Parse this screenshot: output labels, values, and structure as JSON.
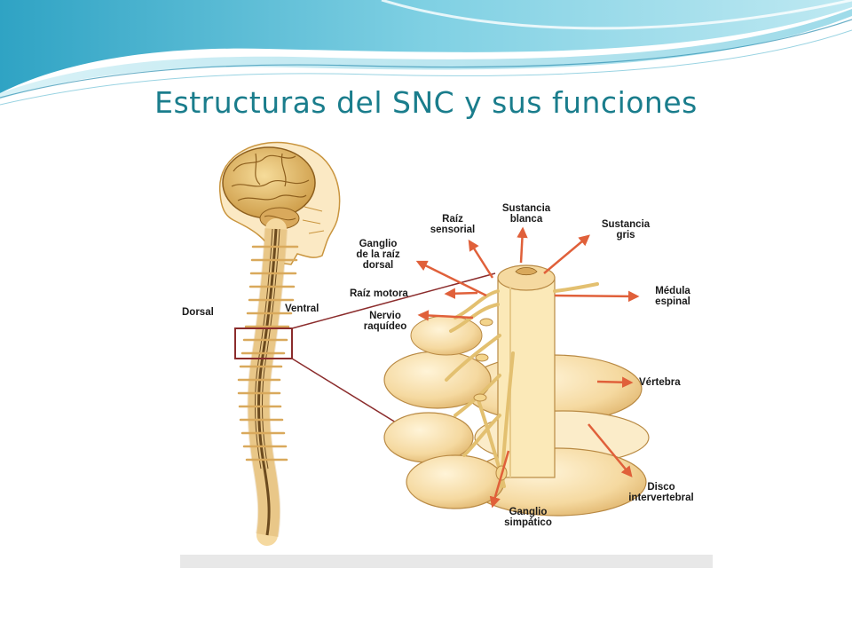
{
  "slide": {
    "title": "Estructuras del SNC y sus funciones"
  },
  "colors": {
    "title": "#1a7d8c",
    "accent_teal": "#4fb3c8",
    "arrow": "#e0603a",
    "bone": "#f5d9a0",
    "bone_shadow": "#d9a95c",
    "brain": "#e9c67a",
    "box": "#8b2c2c"
  },
  "labels": {
    "dorsal": "Dorsal",
    "ventral": "Ventral",
    "raiz_sensorial": "Raíz\nsensorial",
    "sustancia_blanca": "Sustancia\nblanca",
    "sustancia_gris": "Sustancia\ngris",
    "ganglio_raiz_dorsal": "Ganglio\nde la raíz\ndorsal",
    "raiz_motora": "Raíz motora",
    "nervio_raquideo": "Nervio\nraquídeo",
    "medula_espinal": "Médula\nespinal",
    "vertebra": "Vértebra",
    "disco_intervertebral": "Disco\nintervertebral",
    "ganglio_simpatico": "Ganglio\nsimpático"
  }
}
